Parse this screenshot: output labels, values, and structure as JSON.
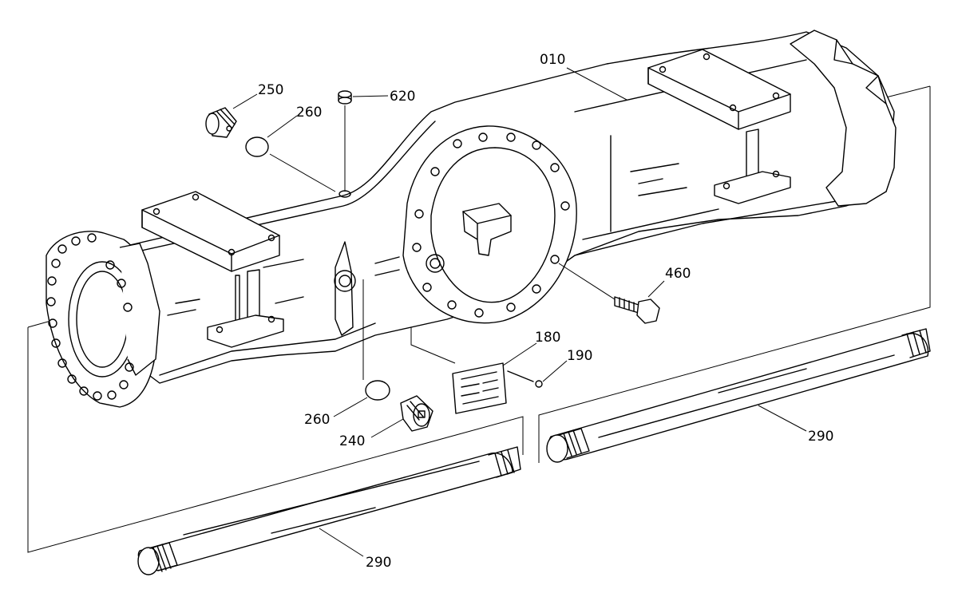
{
  "diagram": {
    "callouts": [
      {
        "id": "010",
        "label": "010"
      },
      {
        "id": "250",
        "label": "250"
      },
      {
        "id": "260a",
        "label": "260"
      },
      {
        "id": "620",
        "label": "620"
      },
      {
        "id": "460",
        "label": "460"
      },
      {
        "id": "180",
        "label": "180"
      },
      {
        "id": "190",
        "label": "190"
      },
      {
        "id": "260b",
        "label": "260"
      },
      {
        "id": "240",
        "label": "240"
      },
      {
        "id": "290a",
        "label": "290"
      },
      {
        "id": "290b",
        "label": "290"
      }
    ]
  }
}
